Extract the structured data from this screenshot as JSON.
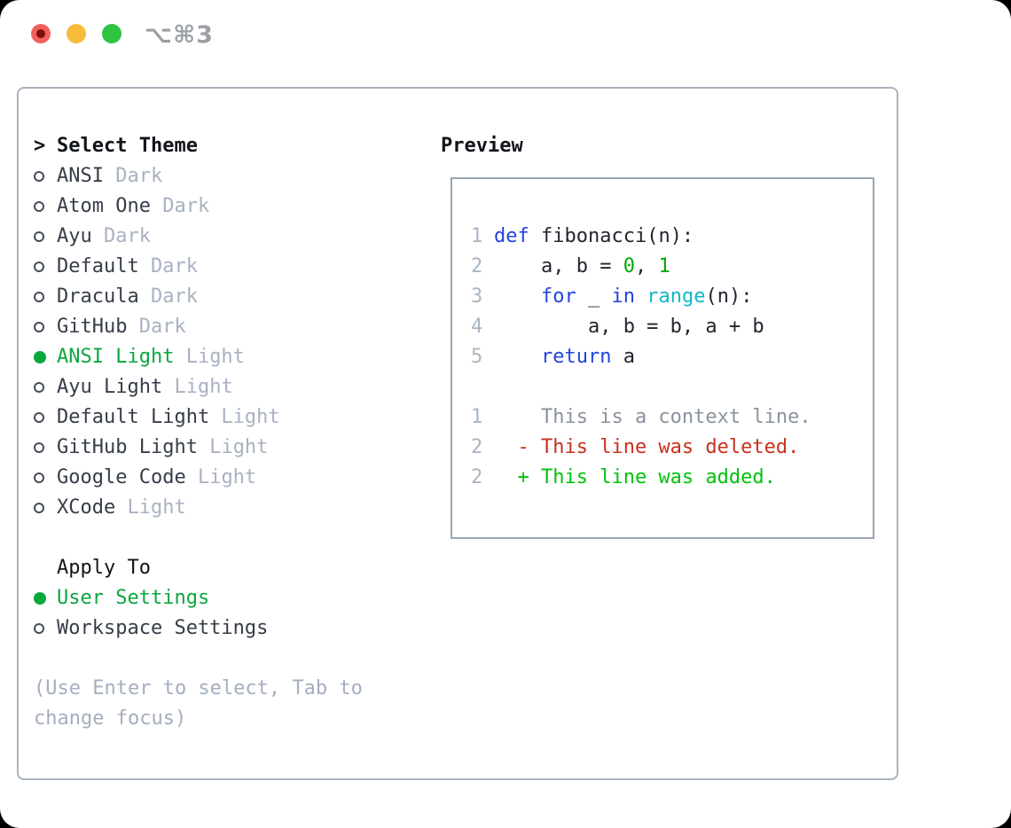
{
  "colors": {
    "accent_green": "#0aa63e",
    "keyword_blue": "#2244dd",
    "builtin_cyan": "#10b9c6",
    "number_green": "#00a800",
    "added_green": "#00c20b",
    "deleted_red": "#c9301c",
    "muted_gray": "#a8b2c2",
    "traffic_red": "#f2605a",
    "traffic_yellow": "#f6bd3b",
    "traffic_green": "#2fc342"
  },
  "window": {
    "shortcut_label": "⌥⌘3"
  },
  "theme_panel": {
    "header_prefix": ">",
    "header": "Select Theme",
    "items": [
      {
        "name": "ANSI",
        "variant": "Dark",
        "selected": false
      },
      {
        "name": "Atom One",
        "variant": "Dark",
        "selected": false
      },
      {
        "name": "Ayu",
        "variant": "Dark",
        "selected": false
      },
      {
        "name": "Default",
        "variant": "Dark",
        "selected": false
      },
      {
        "name": "Dracula",
        "variant": "Dark",
        "selected": false
      },
      {
        "name": "GitHub",
        "variant": "Dark",
        "selected": false
      },
      {
        "name": "ANSI Light",
        "variant": "Light",
        "selected": true
      },
      {
        "name": "Ayu Light",
        "variant": "Light",
        "selected": false
      },
      {
        "name": "Default Light",
        "variant": "Light",
        "selected": false
      },
      {
        "name": "GitHub Light",
        "variant": "Light",
        "selected": false
      },
      {
        "name": "Google Code",
        "variant": "Light",
        "selected": false
      },
      {
        "name": "XCode",
        "variant": "Light",
        "selected": false
      }
    ],
    "apply_to": {
      "header": "Apply To",
      "options": [
        {
          "label": "User Settings",
          "selected": true
        },
        {
          "label": "Workspace Settings",
          "selected": false
        }
      ]
    },
    "hint": "(Use Enter to select, Tab to change focus)"
  },
  "preview": {
    "header": "Preview",
    "code_lines": [
      {
        "num": "1",
        "tokens": [
          {
            "t": "def",
            "c": "keyword"
          },
          {
            "t": " fibonacci(n):",
            "c": "plain"
          }
        ]
      },
      {
        "num": "2",
        "tokens": [
          {
            "t": "    a, b = ",
            "c": "plain"
          },
          {
            "t": "0",
            "c": "number"
          },
          {
            "t": ", ",
            "c": "plain"
          },
          {
            "t": "1",
            "c": "number"
          }
        ]
      },
      {
        "num": "3",
        "tokens": [
          {
            "t": "    ",
            "c": "plain"
          },
          {
            "t": "for",
            "c": "keyword"
          },
          {
            "t": " _ ",
            "c": "plain"
          },
          {
            "t": "in",
            "c": "keyword"
          },
          {
            "t": " ",
            "c": "plain"
          },
          {
            "t": "range",
            "c": "builtin"
          },
          {
            "t": "(n):",
            "c": "plain"
          }
        ]
      },
      {
        "num": "4",
        "tokens": [
          {
            "t": "        a, b = b, a + b",
            "c": "plain"
          }
        ]
      },
      {
        "num": "5",
        "tokens": [
          {
            "t": "    ",
            "c": "plain"
          },
          {
            "t": "return",
            "c": "keyword"
          },
          {
            "t": " a",
            "c": "plain"
          }
        ]
      },
      {
        "num": "",
        "tokens": []
      },
      {
        "num": "1",
        "tokens": [
          {
            "t": "    This is a context line.",
            "c": "context"
          }
        ]
      },
      {
        "num": "2",
        "tokens": [
          {
            "t": "  - This line was deleted.",
            "c": "deleted"
          }
        ]
      },
      {
        "num": "2",
        "tokens": [
          {
            "t": "  + This line was added.",
            "c": "added"
          }
        ]
      }
    ]
  }
}
